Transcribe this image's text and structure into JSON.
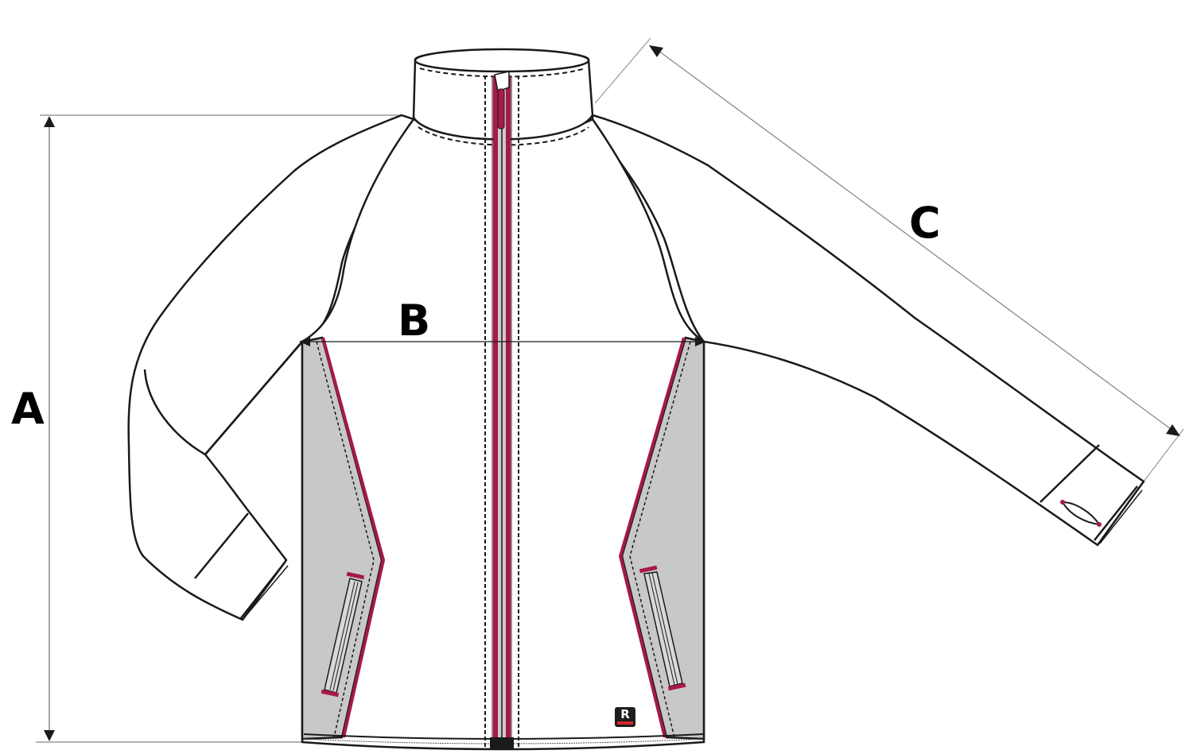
{
  "diagram": {
    "type": "garment-measurement-diagram",
    "subject": "full-zip raglan-sleeve jacket (flat sketch)",
    "colors": {
      "outline": "#1a1a1a",
      "panel_fill": "#c8c8c8",
      "accent_trim": "#a8184a",
      "zipper_tape": "#a8184a",
      "dimension_line": "#8a8a8a",
      "background": "#ffffff"
    },
    "measurements": [
      {
        "key": "A",
        "label": "A",
        "meaning": "body length (shoulder to hem)"
      },
      {
        "key": "B",
        "label": "B",
        "meaning": "chest width (armpit to armpit)"
      },
      {
        "key": "C",
        "label": "C",
        "meaning": "sleeve length (neck to cuff)"
      }
    ],
    "logo": {
      "letter": "R"
    }
  }
}
